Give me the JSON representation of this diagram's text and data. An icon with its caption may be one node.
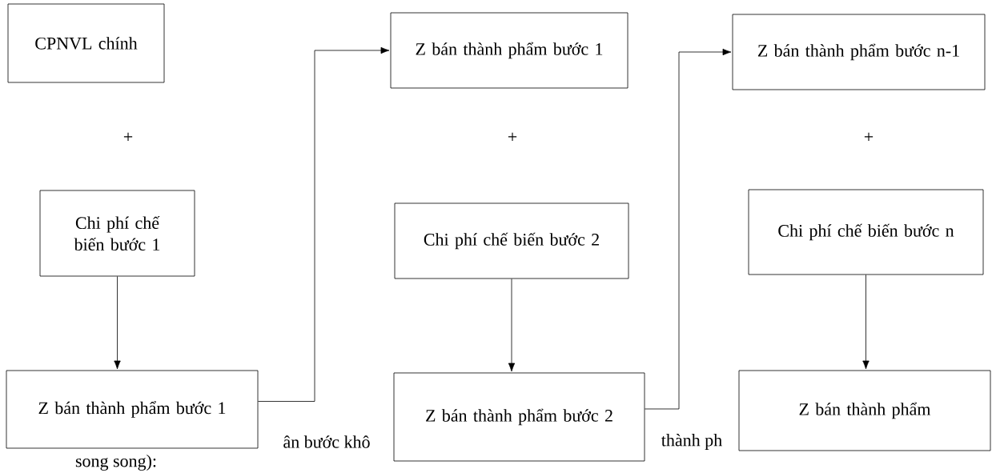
{
  "diagram": {
    "nodes": [
      {
        "text": [
          "CPNVL chính"
        ]
      },
      {
        "text": [
          "Chi phí chế biến bước 1"
        ]
      },
      {
        "text": [
          "Z bán thành phẩm bước 1"
        ]
      },
      {
        "text": [
          "Z bán thành phẩm bước 1"
        ]
      },
      {
        "text": [
          "Chi phí chế biến bước 2"
        ]
      },
      {
        "text": [
          "Z bán thành phẩm bước 2"
        ]
      },
      {
        "text": [
          "Z bán thành phẩm bước n-1"
        ]
      },
      {
        "text": [
          "Chi phí chế biến bước n"
        ]
      },
      {
        "text": [
          "Z bán thành phẩm"
        ]
      }
    ],
    "edges": [
      {
        "from": 1,
        "to": 2,
        "arrow": "to"
      },
      {
        "from": 2,
        "to": 3,
        "arrow": "to"
      },
      {
        "from": 4,
        "to": 5,
        "arrow": "to"
      },
      {
        "from": 5,
        "to": 6,
        "arrow": "to"
      },
      {
        "from": 7,
        "to": 8,
        "arrow": "to"
      }
    ],
    "labels": [
      "+",
      "+",
      "+",
      "ân bước khô",
      "thành ph",
      "song song):"
    ]
  }
}
